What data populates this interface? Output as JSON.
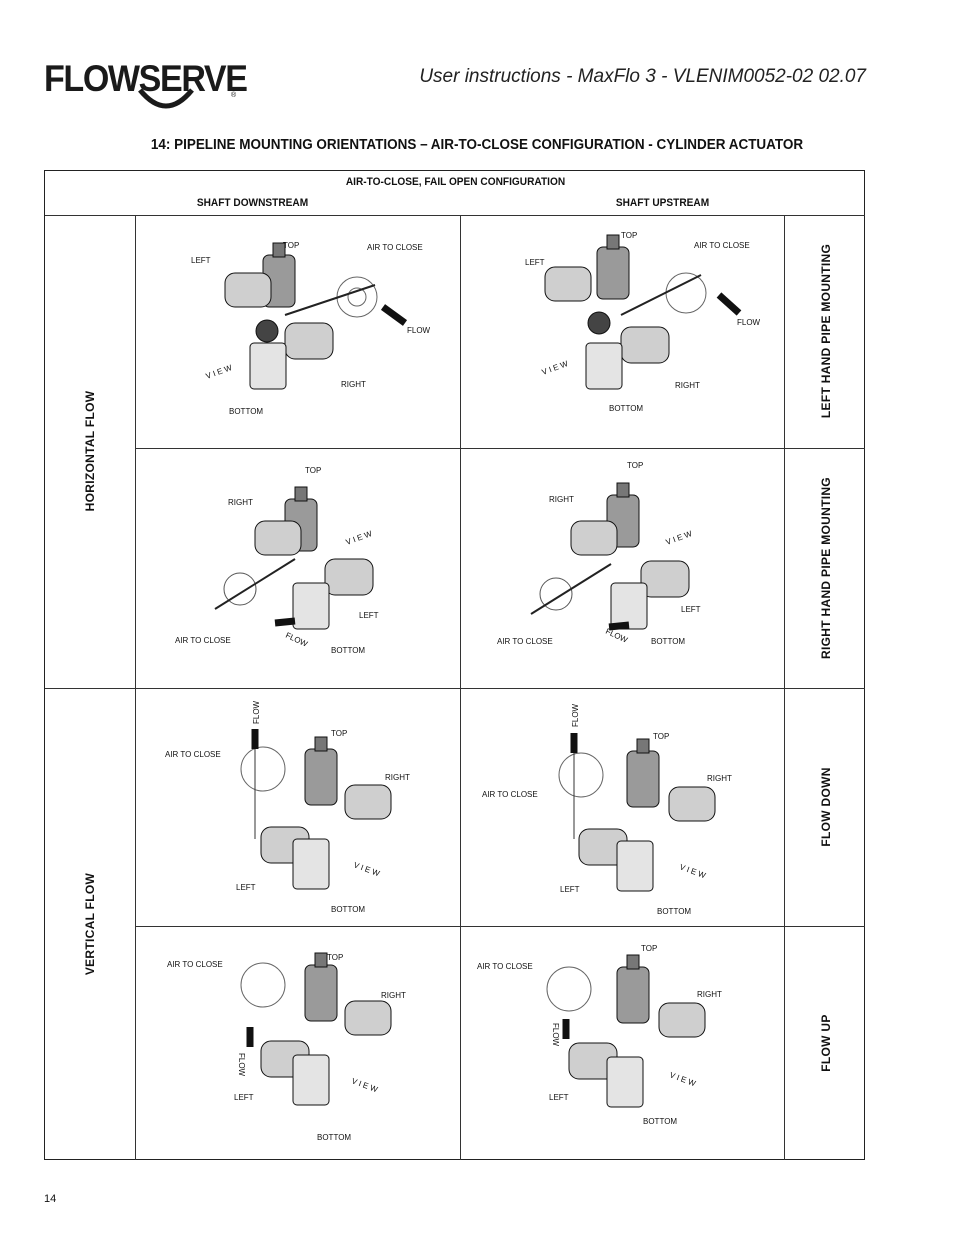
{
  "header": {
    "brand": "FLOWSERVE",
    "reg_mark": "®",
    "doc_title": "User instructions - MaxFlo 3 - VLENIM0052-02 02.07"
  },
  "section_title": "14: PIPELINE MOUNTING ORIENTATIONS – AIR-TO-CLOSE CONFIGURATION - CYLINDER ACTUATOR",
  "table": {
    "config_header": "AIR-TO-CLOSE, FAIL OPEN CONFIGURATION",
    "col_left": "SHAFT DOWNSTREAM",
    "col_right": "SHAFT UPSTREAM",
    "row_group_horizontal": "HORIZONTAL FLOW",
    "row_group_vertical": "VERTICAL FLOW",
    "row_labels": [
      "LEFT HAND PIPE MOUNTING",
      "RIGHT HAND PIPE MOUNTING",
      "FLOW DOWN",
      "FLOW UP"
    ],
    "diagram_labels": {
      "top": "TOP",
      "bottom": "BOTTOM",
      "left": "LEFT",
      "right": "RIGHT",
      "air_to_close": "AIR TO CLOSE",
      "flow": "FLOW",
      "view": "V I E W"
    }
  },
  "footer": {
    "page_number": "14"
  }
}
